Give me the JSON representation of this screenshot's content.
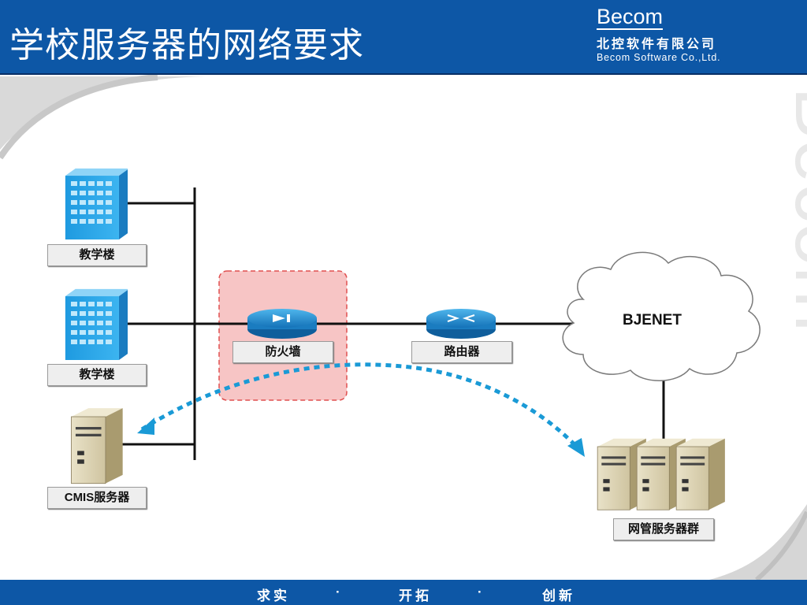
{
  "slide": {
    "title": "学校服务器的网络要求"
  },
  "logo": {
    "brand": "Becom",
    "company_cn": "北控软件有限公司",
    "company_en": "Becom Software Co.,Ltd.",
    "watermark": "Becom"
  },
  "footer": {
    "slogan_1": "求实",
    "dot_1": "·",
    "slogan_2": "开拓",
    "dot_2": "·",
    "slogan_3": "创新"
  },
  "diagram": {
    "building_1_label": "教学楼",
    "building_2_label": "教学楼",
    "cmis_server_label": "CMIS服务器",
    "firewall_label": "防火墙",
    "router_label": "路由器",
    "cloud_label": "BJENET",
    "server_group_label": "网管服务器群"
  },
  "colors": {
    "header_blue": "#0d57a6",
    "firewall_zone": "#f7c5c5",
    "firewall_border": "#e05050",
    "arrow_blue": "#1a9ad6",
    "building_blue": "#2aa7e8"
  }
}
